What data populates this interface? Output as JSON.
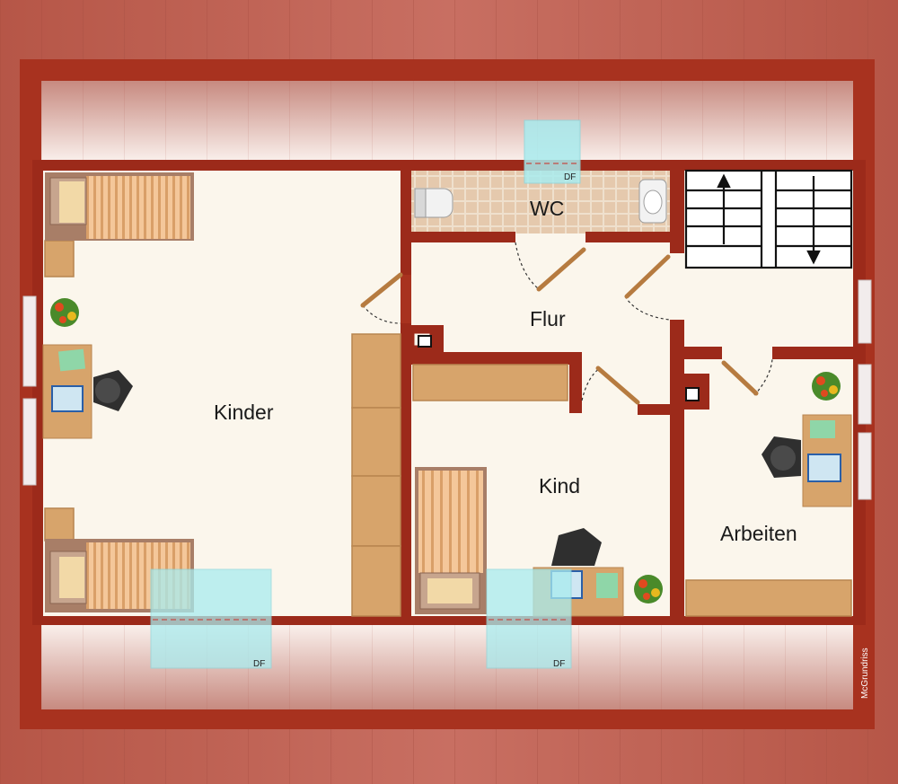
{
  "rooms": {
    "kinder": "Kinder",
    "wc": "WC",
    "flur": "Flur",
    "kind": "Kind",
    "arbeiten": "Arbeiten"
  },
  "skylights": {
    "top": "DF",
    "bottom_left": "DF",
    "bottom_right": "DF"
  },
  "credit": "McGrundriss",
  "colors": {
    "wall": "#9c2a1a",
    "floor": "#fbf6ec",
    "roof": "#b85a4e",
    "wood": "#d7a46b",
    "glass": "#a9ecef",
    "tile": "#e6cfb5"
  }
}
